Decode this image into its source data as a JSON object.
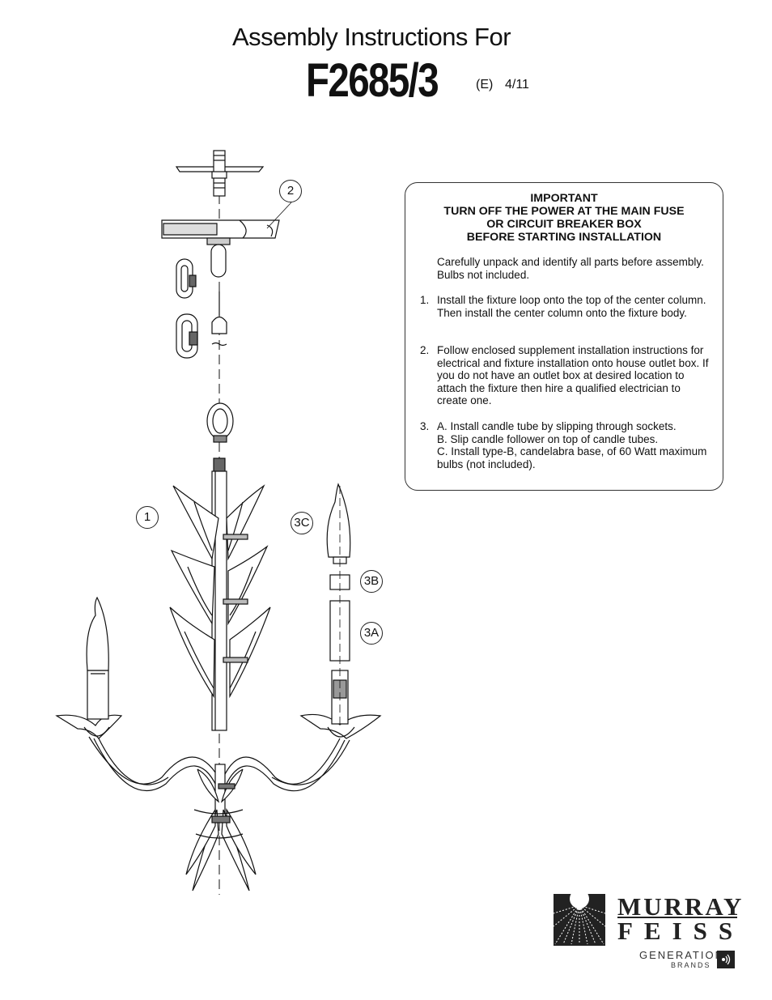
{
  "header": {
    "title": "Assembly Instructions For",
    "model": "F2685/3",
    "revision": "(E)",
    "date": "4/11"
  },
  "callouts": {
    "c2": "2",
    "c1": "1",
    "c3c": "3C",
    "c3b": "3B",
    "c3a": "3A"
  },
  "instructions": {
    "important": [
      "IMPORTANT",
      "TURN OFF THE POWER AT THE MAIN FUSE",
      "OR CIRCUIT BREAKER BOX",
      "BEFORE STARTING INSTALLATION"
    ],
    "intro": "Carefully unpack and identify all parts before assembly.  Bulbs not included.",
    "steps": [
      {
        "num": "1.",
        "text": "Install the fixture loop onto the top of the center column. Then install the center column onto the fixture body."
      },
      {
        "num": "2.",
        "text": "Follow enclosed supplement installation instructions for electrical and fixture installation onto house outlet box. If you do not have an outlet box at desired location to attach the fixture then hire a qualified electrician to create one."
      },
      {
        "num": "3.",
        "lines": [
          "A.  Install candle tube by slipping through sockets.",
          "B.  Slip candle follower on top of candle tubes.",
          "C.  Install type-B, candelabra base, of 60 Watt maximum bulbs (not included)."
        ]
      }
    ]
  },
  "logo": {
    "line1": "MURRAY",
    "line2": "FEISS",
    "gen": "GENERATION",
    "brands": "BRANDS"
  }
}
